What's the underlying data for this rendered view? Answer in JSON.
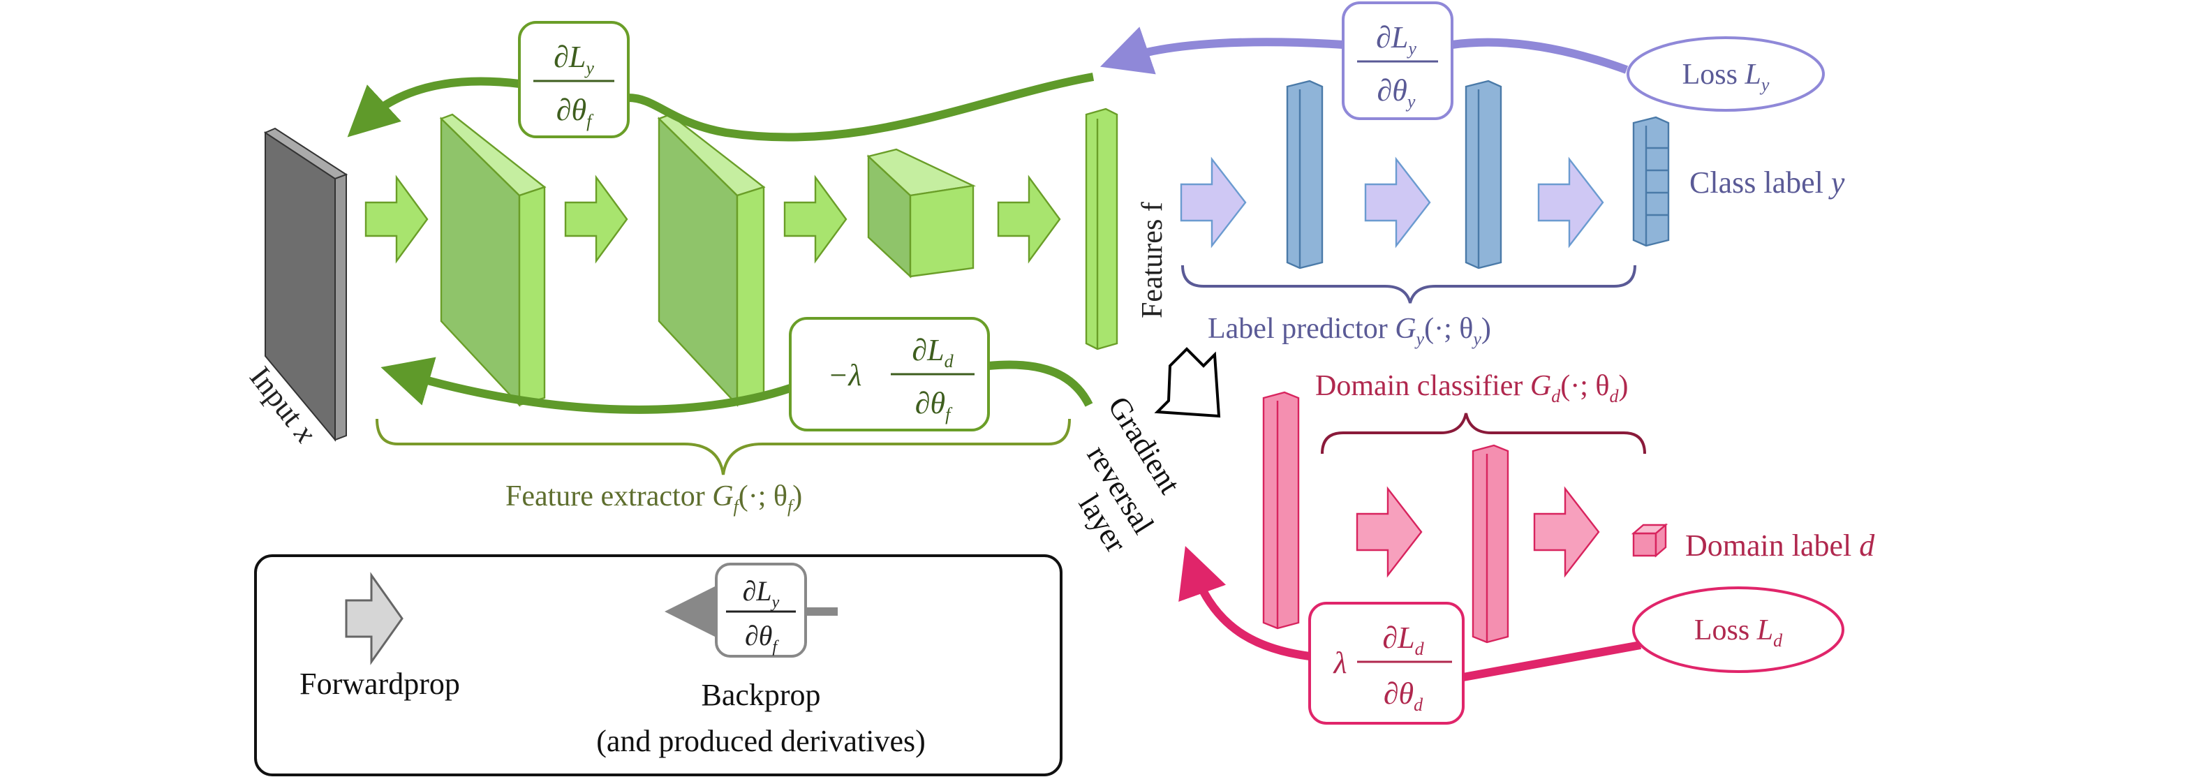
{
  "colors": {
    "feature_green": "#a8e46e",
    "feature_green_dark": "#6a9e28",
    "feature_curve": "#5f9a2a",
    "label_purple": "#8f88d8",
    "label_blue": "#8fb4d8",
    "domain_pink": "#f48fb0",
    "domain_pink_dark": "#d8245e",
    "input_gray": "#6e6e6e"
  },
  "input": {
    "label": "Input ",
    "var": "x"
  },
  "features": {
    "label": "Features f"
  },
  "class_label": {
    "label": "Class label ",
    "var": "y"
  },
  "label_predictor": {
    "label": "Label predictor ",
    "G": "G",
    "sub": "y",
    "args": "(·; θ",
    "argsub": "y",
    "close": ")"
  },
  "feature_extractor": {
    "label": "Feature extractor ",
    "G": "G",
    "sub": "f",
    "args": "(·; θ",
    "argsub": "f",
    "close": ")"
  },
  "domain_classifier": {
    "label": "Domain classifier ",
    "G": "G",
    "sub": "d",
    "args": "(·; θ",
    "argsub": "d",
    "close": ")"
  },
  "domain_label": {
    "label": "Domain label ",
    "var": "d"
  },
  "loss_y": {
    "label": "Loss ",
    "L": "L",
    "sub": "y"
  },
  "loss_d": {
    "label": "Loss ",
    "L": "L",
    "sub": "d"
  },
  "grad_ly_thy": {
    "num": "∂L",
    "num_sub": "y",
    "den": "∂θ",
    "den_sub": "y"
  },
  "grad_ly_thf": {
    "num": "∂L",
    "num_sub": "y",
    "den": "∂θ",
    "den_sub": "f"
  },
  "grad_ld_thf": {
    "prefix": "−λ",
    "num": "∂L",
    "num_sub": "d",
    "den": "∂θ",
    "den_sub": "f"
  },
  "grad_ld_thd": {
    "prefix": "λ",
    "num": "∂L",
    "num_sub": "d",
    "den": "∂θ",
    "den_sub": "d"
  },
  "grl": {
    "line1": "Gradient",
    "line2": "reversal",
    "line3": "layer"
  },
  "legend": {
    "forward": "Forwardprop",
    "backward": "Backprop",
    "backward_note": "(and produced derivatives)",
    "grad": {
      "num": "∂L",
      "num_sub": "y",
      "den": "∂θ",
      "den_sub": "f"
    }
  }
}
